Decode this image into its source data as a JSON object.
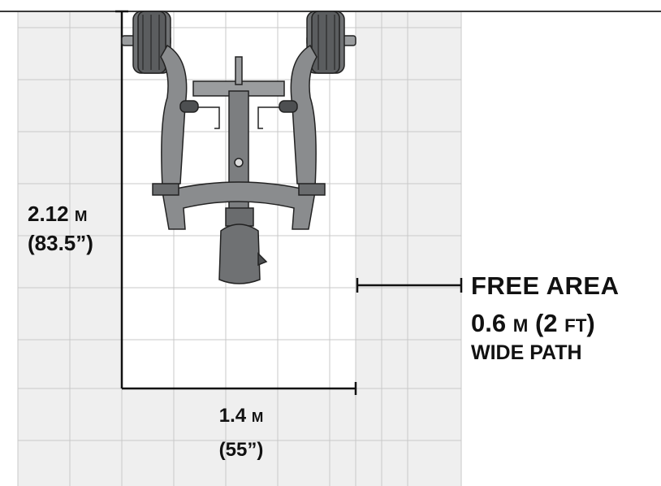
{
  "height_dimension": {
    "metric_value": "2.12",
    "metric_unit": "M",
    "imperial": "(83.5”)"
  },
  "width_dimension": {
    "metric_value": "1.4",
    "metric_unit": "M",
    "imperial": "(55”)"
  },
  "free_area": {
    "title": "FREE AREA",
    "metric_value": "0.6",
    "metric_unit": "M",
    "imperial_open": "(2",
    "imperial_unit": "FT",
    "imperial_close": ")",
    "path_label": "WIDE PATH"
  },
  "colors": {
    "grid_fill": "#efefef",
    "grid_line": "#c9c9c9",
    "machine_fill": "#8a8c8e",
    "machine_dark": "#4d4f51",
    "dimension_line": "#111111"
  }
}
